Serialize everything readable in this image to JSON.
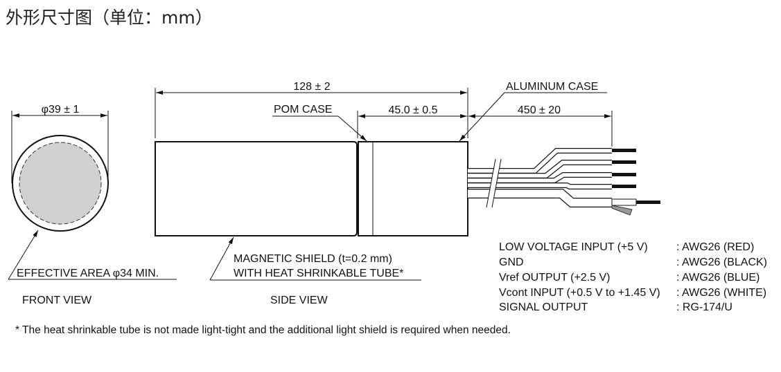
{
  "title": "外形尺寸图（单位：mm）",
  "front_view": {
    "diameter": "φ39 ± 1",
    "effective_area": "EFFECTIVE AREA  φ34 MIN.",
    "label": "FRONT VIEW"
  },
  "side_view": {
    "length": "128 ± 2",
    "pom_case": "POM CASE",
    "aluminum_length": "45.0 ± 0.5",
    "aluminum_case": "ALUMINUM CASE",
    "cable_length": "450 ± 20",
    "shield_line1": "MAGNETIC SHIELD (t=0.2 mm)",
    "shield_line2": "WITH HEAT SHRINKABLE TUBE*",
    "label": "SIDE VIEW"
  },
  "wires": [
    {
      "signal": "LOW VOLTAGE INPUT (+5 V)",
      "spec": ": AWG26 (RED)"
    },
    {
      "signal": "GND",
      "spec": ": AWG26 (BLACK)"
    },
    {
      "signal": "Vref OUTPUT (+2.5 V)",
      "spec": ": AWG26 (BLUE)"
    },
    {
      "signal": "Vcont INPUT (+0.5 V to +1.45 V)",
      "spec": ": AWG26 (WHITE)"
    },
    {
      "signal": "SIGNAL OUTPUT",
      "spec": ": RG-174/U"
    }
  ],
  "footnote": "* The heat shrinkable tube is not made light-tight and the additional light shield is required when needed."
}
